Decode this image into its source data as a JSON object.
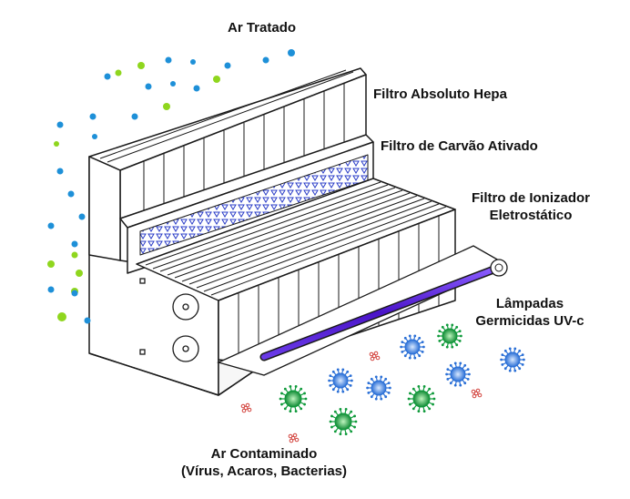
{
  "labels": {
    "treated_air": "Ar Tratado",
    "hepa": "Filtro Absoluto Hepa",
    "carbon": "Filtro de Carvão Ativado",
    "ionizer_1": "Filtro de Ionizador",
    "ionizer_2": "Eletrostático",
    "uv_1": "Lâmpadas",
    "uv_2": "Germicidas UV-c",
    "contaminated_1": "Ar Contaminado",
    "contaminated_2": "(Vírus, Acaros, Bacterias)"
  },
  "colors": {
    "outline": "#1a1a1a",
    "uv_lamp": "#5522cc",
    "carbon_pattern": "#2a3cc8",
    "particle_blue": "#1e90d8",
    "particle_green": "#8fd61e",
    "virus_green": "#0e9a3a",
    "virus_blue": "#2a6fd6",
    "bacteria_red": "#d2403a"
  },
  "icons": [
    "air-particle-icon",
    "virus-icon",
    "bacteria-icon",
    "uv-lamp-icon"
  ]
}
